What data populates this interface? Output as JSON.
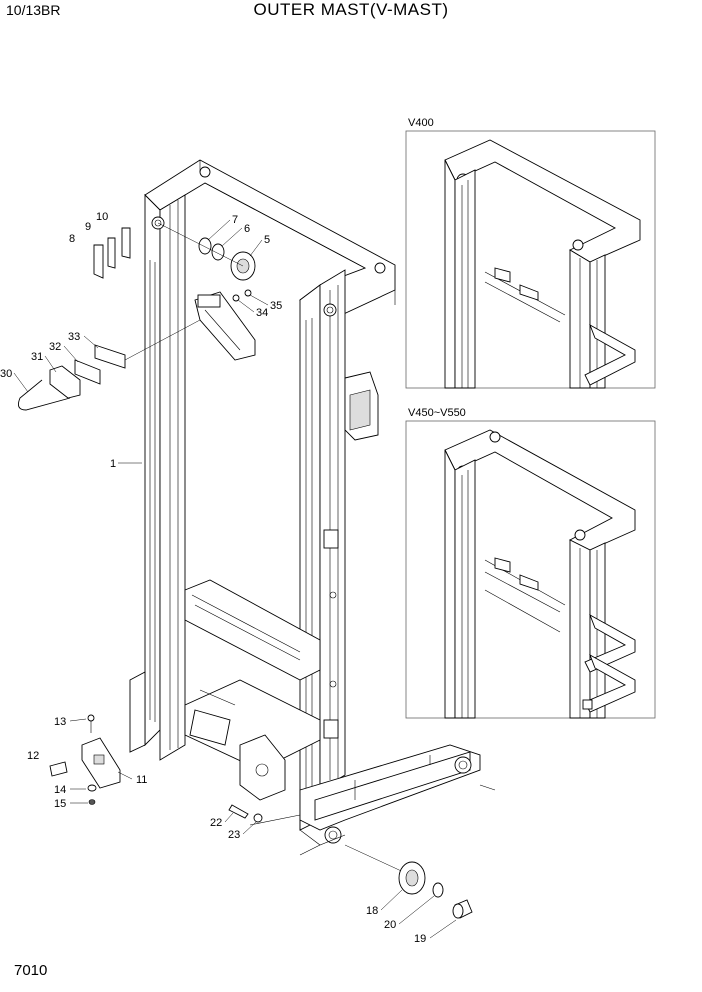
{
  "header": {
    "model": "10/13BR",
    "title": "OUTER MAST(V-MAST)"
  },
  "footer": {
    "page_number": "7010"
  },
  "insets": [
    {
      "label": "V400"
    },
    {
      "label": "V450~V550"
    }
  ],
  "callouts": [
    "1",
    "5",
    "6",
    "7",
    "8",
    "9",
    "10",
    "11",
    "12",
    "13",
    "14",
    "15",
    "18",
    "19",
    "20",
    "22",
    "23",
    "30",
    "31",
    "32",
    "33",
    "34",
    "35"
  ]
}
